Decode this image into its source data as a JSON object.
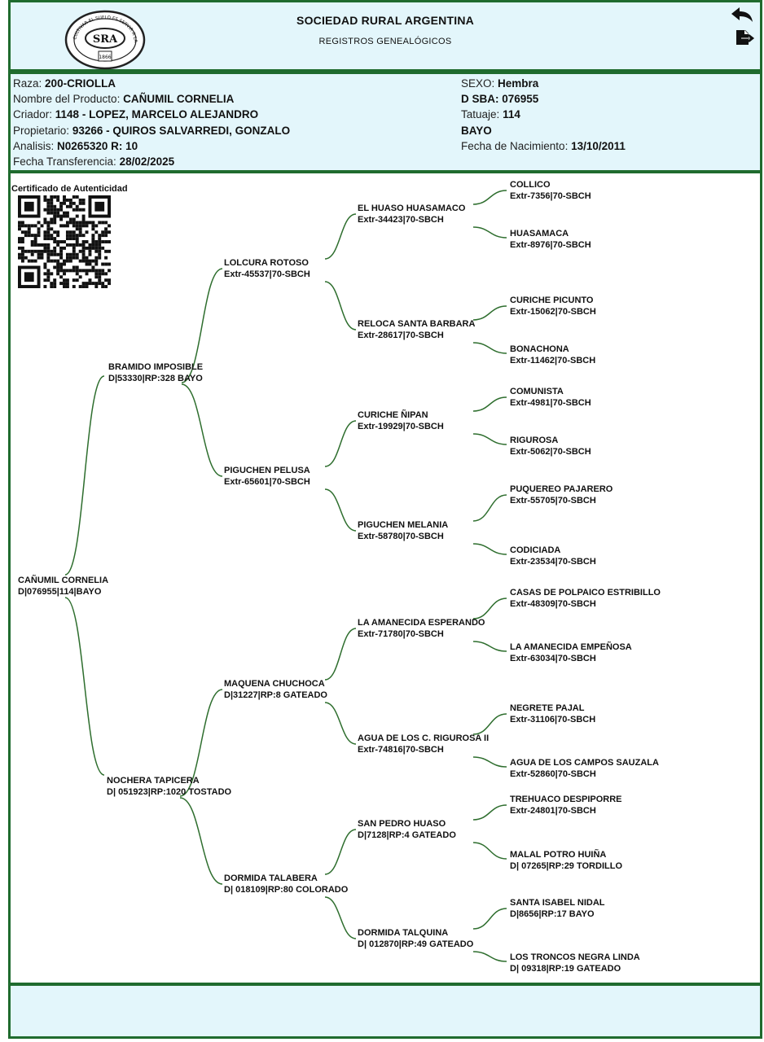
{
  "header": {
    "title": "SOCIEDAD RURAL ARGENTINA",
    "subtitle": "REGISTROS GENEALÓGICOS",
    "logo_text": "SRA",
    "logo_motto": "CULTIVAR EL SUELO ES SERVIR A LA PATRIA",
    "logo_year": "1866"
  },
  "info": {
    "raza_label": "Raza:",
    "raza": "200-CRIOLLA",
    "producto_label": "Nombre del Producto:",
    "producto": "CAÑUMIL CORNELIA",
    "criador_label": "Criador:",
    "criador": "1148 - LOPEZ, MARCELO ALEJANDRO",
    "propietario_label": "Propietario:",
    "propietario": "93266 - QUIROS SALVARREDI, GONZALO",
    "analisis_label": "Analisis:",
    "analisis": "N0265320 R: 10",
    "transferencia_label": "Fecha Transferencia:",
    "transferencia": "28/02/2025",
    "sexo_label": "SEXO:",
    "sexo": "Hembra",
    "dsba": "D SBA: 076955",
    "tatuaje_label": "Tatuaje:",
    "tatuaje": "114",
    "pelaje": "BAYO",
    "nacimiento_label": "Fecha de Nacimiento:",
    "nacimiento": "13/10/2011"
  },
  "certificado": "Certificado de Autenticidad",
  "colors": {
    "border": "#1f6b2e",
    "panel_bg": "#e3f6fb",
    "line": "#2e6e2e"
  },
  "pedigree": {
    "subject": {
      "name": "CAÑUMIL CORNELIA",
      "reg": "D|076955|114|BAYO"
    },
    "sire": {
      "name": "BRAMIDO IMPOSIBLE",
      "reg": "D|53330|RP:328 BAYO"
    },
    "dam": {
      "name": "NOCHERA TAPICERA",
      "reg": "D| 051923|RP:1020 TOSTADO"
    },
    "g2": [
      {
        "name": "LOLCURA ROTOSO",
        "reg": "Extr-45537|70-SBCH"
      },
      {
        "name": "PIGUCHEN PELUSA",
        "reg": "Extr-65601|70-SBCH"
      },
      {
        "name": "MAQUENA CHUCHOCA",
        "reg": "D|31227|RP:8 GATEADO"
      },
      {
        "name": "DORMIDA TALABERA",
        "reg": "D| 018109|RP:80 COLORADO"
      }
    ],
    "g3": [
      {
        "name": "EL HUASO HUASAMACO",
        "reg": "Extr-34423|70-SBCH"
      },
      {
        "name": "RELOCA SANTA BARBARA",
        "reg": "Extr-28617|70-SBCH"
      },
      {
        "name": "CURICHE ÑIPAN",
        "reg": "Extr-19929|70-SBCH"
      },
      {
        "name": "PIGUCHEN MELANIA",
        "reg": "Extr-58780|70-SBCH"
      },
      {
        "name": "LA AMANECIDA ESPERANDO",
        "reg": "Extr-71780|70-SBCH"
      },
      {
        "name": "AGUA DE LOS C. RIGUROSA II",
        "reg": "Extr-74816|70-SBCH"
      },
      {
        "name": "SAN PEDRO HUASO",
        "reg": "D|7128|RP:4 GATEADO"
      },
      {
        "name": "DORMIDA TALQUINA",
        "reg": "D| 012870|RP:49 GATEADO"
      }
    ],
    "g4": [
      {
        "name": "COLLICO",
        "reg": "Extr-7356|70-SBCH"
      },
      {
        "name": "HUASAMACA",
        "reg": "Extr-8976|70-SBCH"
      },
      {
        "name": "CURICHE PICUNTO",
        "reg": "Extr-15062|70-SBCH"
      },
      {
        "name": "BONACHONA",
        "reg": "Extr-11462|70-SBCH"
      },
      {
        "name": "COMUNISTA",
        "reg": "Extr-4981|70-SBCH"
      },
      {
        "name": "RIGUROSA",
        "reg": "Extr-5062|70-SBCH"
      },
      {
        "name": "PUQUEREO PAJARERO",
        "reg": "Extr-55705|70-SBCH"
      },
      {
        "name": "CODICIADA",
        "reg": "Extr-23534|70-SBCH"
      },
      {
        "name": "CASAS DE POLPAICO ESTRIBILLO",
        "reg": "Extr-48309|70-SBCH"
      },
      {
        "name": "LA AMANECIDA EMPEÑOSA",
        "reg": "Extr-63034|70-SBCH"
      },
      {
        "name": "NEGRETE PAJAL",
        "reg": "Extr-31106|70-SBCH"
      },
      {
        "name": "AGUA DE LOS CAMPOS SAUZALA",
        "reg": "Extr-52860|70-SBCH"
      },
      {
        "name": "TREHUACO DESPIPORRE",
        "reg": "Extr-24801|70-SBCH"
      },
      {
        "name": "MALAL POTRO HUIÑA",
        "reg": "D| 07265|RP:29 TORDILLO"
      },
      {
        "name": "SANTA ISABEL NIDAL",
        "reg": "D|8656|RP:17 BAYO"
      },
      {
        "name": "LOS TRONCOS NEGRA LINDA",
        "reg": "D| 09318|RP:19 GATEADO"
      }
    ]
  }
}
